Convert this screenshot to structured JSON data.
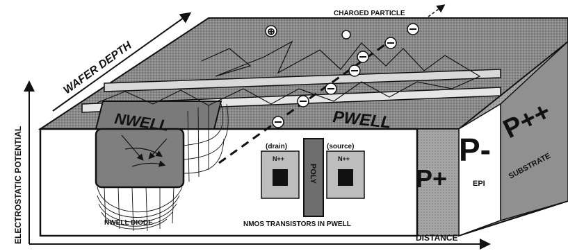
{
  "labels": {
    "charged_particle": "CHARGED PARTICLE",
    "wafer_depth": "WAFER DEPTH",
    "electrostatic_potential": "ELECTROSTATIC POTENTIAL",
    "distance": "DISTANCE",
    "nwell": "NWELL",
    "pwell": "PWELL",
    "p_plus": "P+",
    "p_minus": "P-",
    "p_plus_plus": "P++",
    "epi": "EPI",
    "substrate": "SUBSTRATE",
    "drain": "(drain)",
    "source": "(source)",
    "n_plus_plus_drain": "N++",
    "n_plus_plus_source": "N++",
    "poly": "POLY",
    "nwell_diode": "NWELL DIODE",
    "nmos_transistors": "NMOS TRANSISTORS IN PWELL"
  },
  "charges": {
    "hole": "⊕",
    "electron": "⊖"
  },
  "colors": {
    "top_surface": "#8c8c8c",
    "front_face": "#ffffff",
    "side_shade": "#9a9a9a",
    "outline": "#111111",
    "gate": "#6e6e6e",
    "diffusion": "#bdbdbd"
  }
}
